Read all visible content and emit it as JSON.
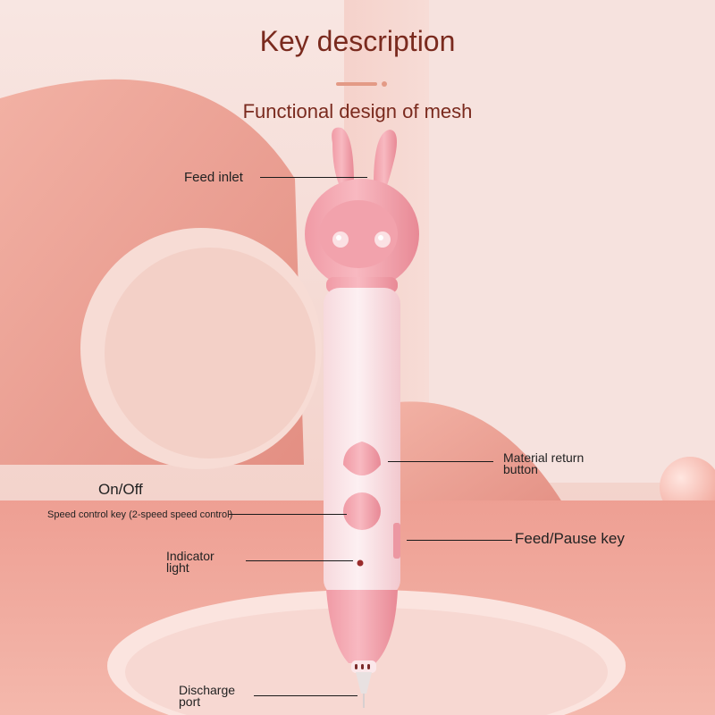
{
  "header": {
    "title": "Key description",
    "subtitle": "Functional design of mesh"
  },
  "callouts": {
    "feed_inlet": "Feed inlet",
    "material_return_line1": "Material return",
    "material_return_line2": "button",
    "on_off": "On/Off",
    "speed_control": "Speed control key (2-speed speed control)",
    "feed_pause": "Feed/Pause key",
    "indicator_line1": "Indicator",
    "indicator_line2": "light",
    "discharge_line1": "Discharge",
    "discharge_line2": "port"
  },
  "colors": {
    "title_text": "#7a2a1e",
    "accent": "#e39a86",
    "pen_body": "#fbe9ec",
    "pen_pink": "#f3a4ae"
  }
}
